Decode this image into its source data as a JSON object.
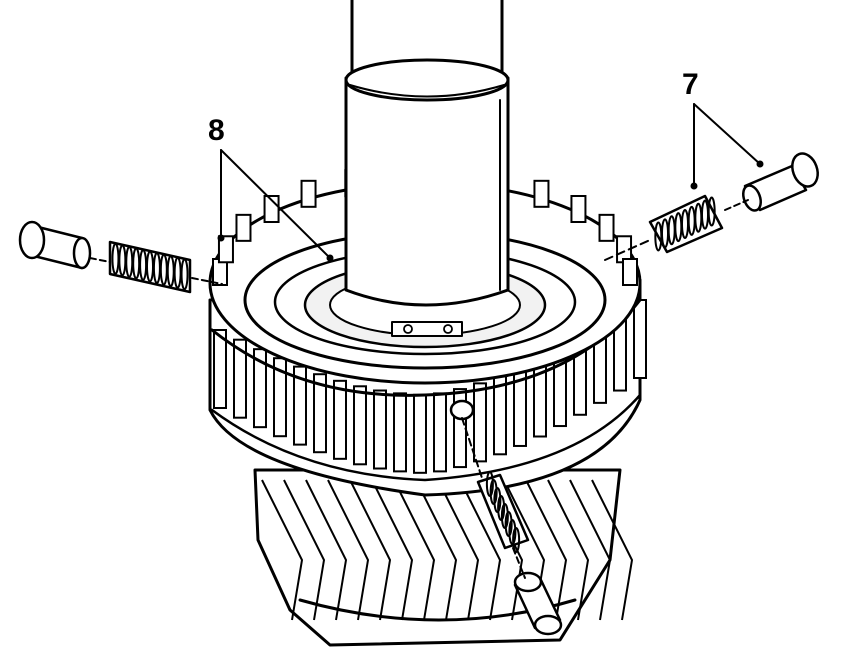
{
  "callouts": [
    {
      "id": "7",
      "label": "7"
    },
    {
      "id": "8",
      "label": "8"
    }
  ],
  "colors": {
    "ink": "#000000",
    "fill": "#ffffff",
    "shade": "#e6e6e6"
  }
}
